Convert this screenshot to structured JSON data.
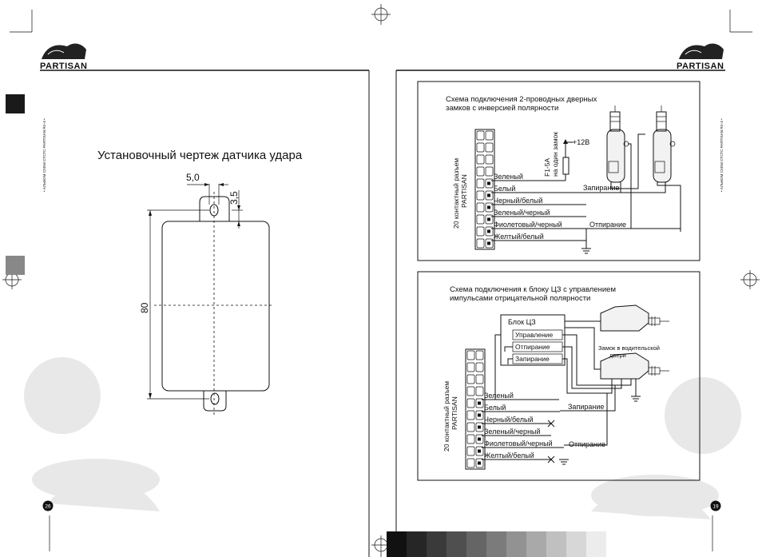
{
  "brand": {
    "name": "PARTISAN"
  },
  "running_header": "• АЛЬБОМ СХЕМ СТСТС PARTISAN RX-4 •",
  "left_page": {
    "page_number": "26",
    "title": "Установочный чертеж датчика удара",
    "dim_width": "5,0",
    "dim_offset": "3,5",
    "dim_height": "80"
  },
  "right_page": {
    "page_number": "19",
    "diagram1": {
      "title_line1": "Схема подключения 2-проводных дверных",
      "title_line2": "замков с инверсией полярности",
      "connector_label_line1": "20 контактный разъем",
      "connector_label_line2": "PARTISAN",
      "fuse_label_line1": "F1-5A",
      "fuse_label_line2": "на один замок",
      "power_label": "+12В",
      "wires": [
        "Зеленый",
        "Белый",
        "Черный/белый",
        "Зеленый/черный",
        "Фиолетовый/черный",
        "Желтый/белый"
      ],
      "lock_label": "Запирание",
      "unlock_label": "Отпирание"
    },
    "diagram2": {
      "title_line1": "Схема подключения к блоку ЦЗ с управлением",
      "title_line2": "импульсами отрицательной полярности",
      "connector_label_line1": "20 контактный разъем",
      "connector_label_line2": "PARTISAN",
      "block_title": "Блок ЦЗ",
      "block_rows": [
        "Управление",
        "Отпирание",
        "Запирание"
      ],
      "driver_lock_line1": "Замок в водительской",
      "driver_lock_line2": "двери",
      "wires": [
        "Зеленый",
        "Белый",
        "Черный/белый",
        "Зеленый/черный",
        "Фиолетовый/черный",
        "Желтый/белый"
      ],
      "lock_label": "Запирание",
      "unlock_label": "Отпирание"
    }
  },
  "colors": {
    "ink": "#111111",
    "watermark": "#e8e8e8",
    "tab": "#1a1a1a"
  }
}
